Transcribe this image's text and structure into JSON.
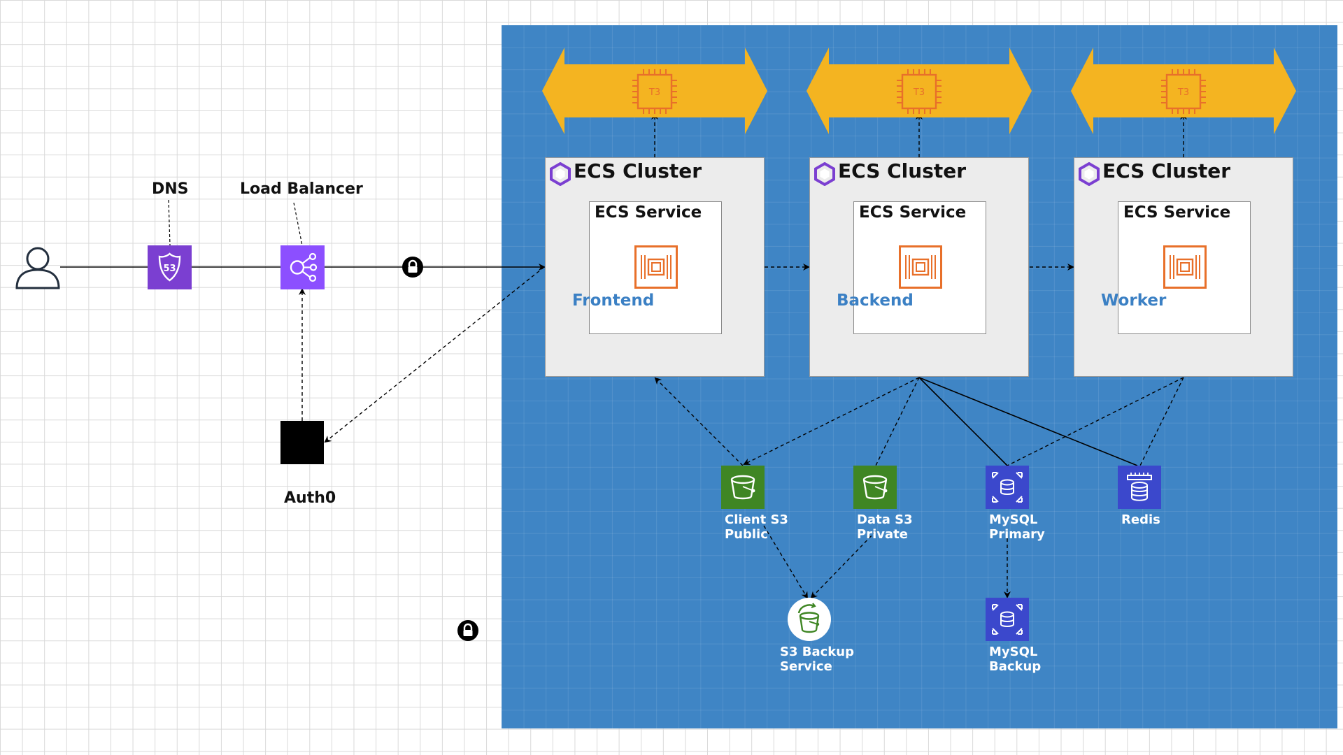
{
  "labels": {
    "dns": "DNS",
    "load_balancer": "Load Balancer",
    "auth0": "Auth0"
  },
  "clusters": [
    {
      "title": "ECS Cluster",
      "service_title": "ECS Service",
      "service_name": "Frontend",
      "instance": "T3"
    },
    {
      "title": "ECS Cluster",
      "service_title": "ECS Service",
      "service_name": "Backend",
      "instance": "T3"
    },
    {
      "title": "ECS Cluster",
      "service_title": "ECS Service",
      "service_name": "Worker",
      "instance": "T3"
    }
  ],
  "resources": {
    "client_s3": "Client S3\nPublic",
    "data_s3": "Data S3\nPrivate",
    "mysql_primary": "MySQL\nPrimary",
    "redis": "Redis",
    "s3_backup": "S3 Backup\nService",
    "mysql_backup": "MySQL\nBackup"
  },
  "colors": {
    "vpc_region": "#3f85c5",
    "route53_purple": "#7b3fd1",
    "elb_purple": "#8c4fff",
    "compute_orange": "#e8702a",
    "storage_green": "#3f8624",
    "database_blue": "#3b48cc",
    "autoscaling_yellow": "#f4b421",
    "service_text_blue": "#3b80c4"
  },
  "icons": {
    "user": "user-icon",
    "dns": "route53-icon",
    "load_balancer": "elastic-load-balancer-icon",
    "auth0": "auth0-square",
    "cluster": "ecs-cluster-icon",
    "task": "ecs-task-icon",
    "instance": "ec2-t3-icon",
    "bucket": "s3-bucket-icon",
    "backup": "aws-backup-icon",
    "rds": "rds-icon",
    "redis": "elasticache-redis-icon",
    "lock": "lock-icon"
  }
}
